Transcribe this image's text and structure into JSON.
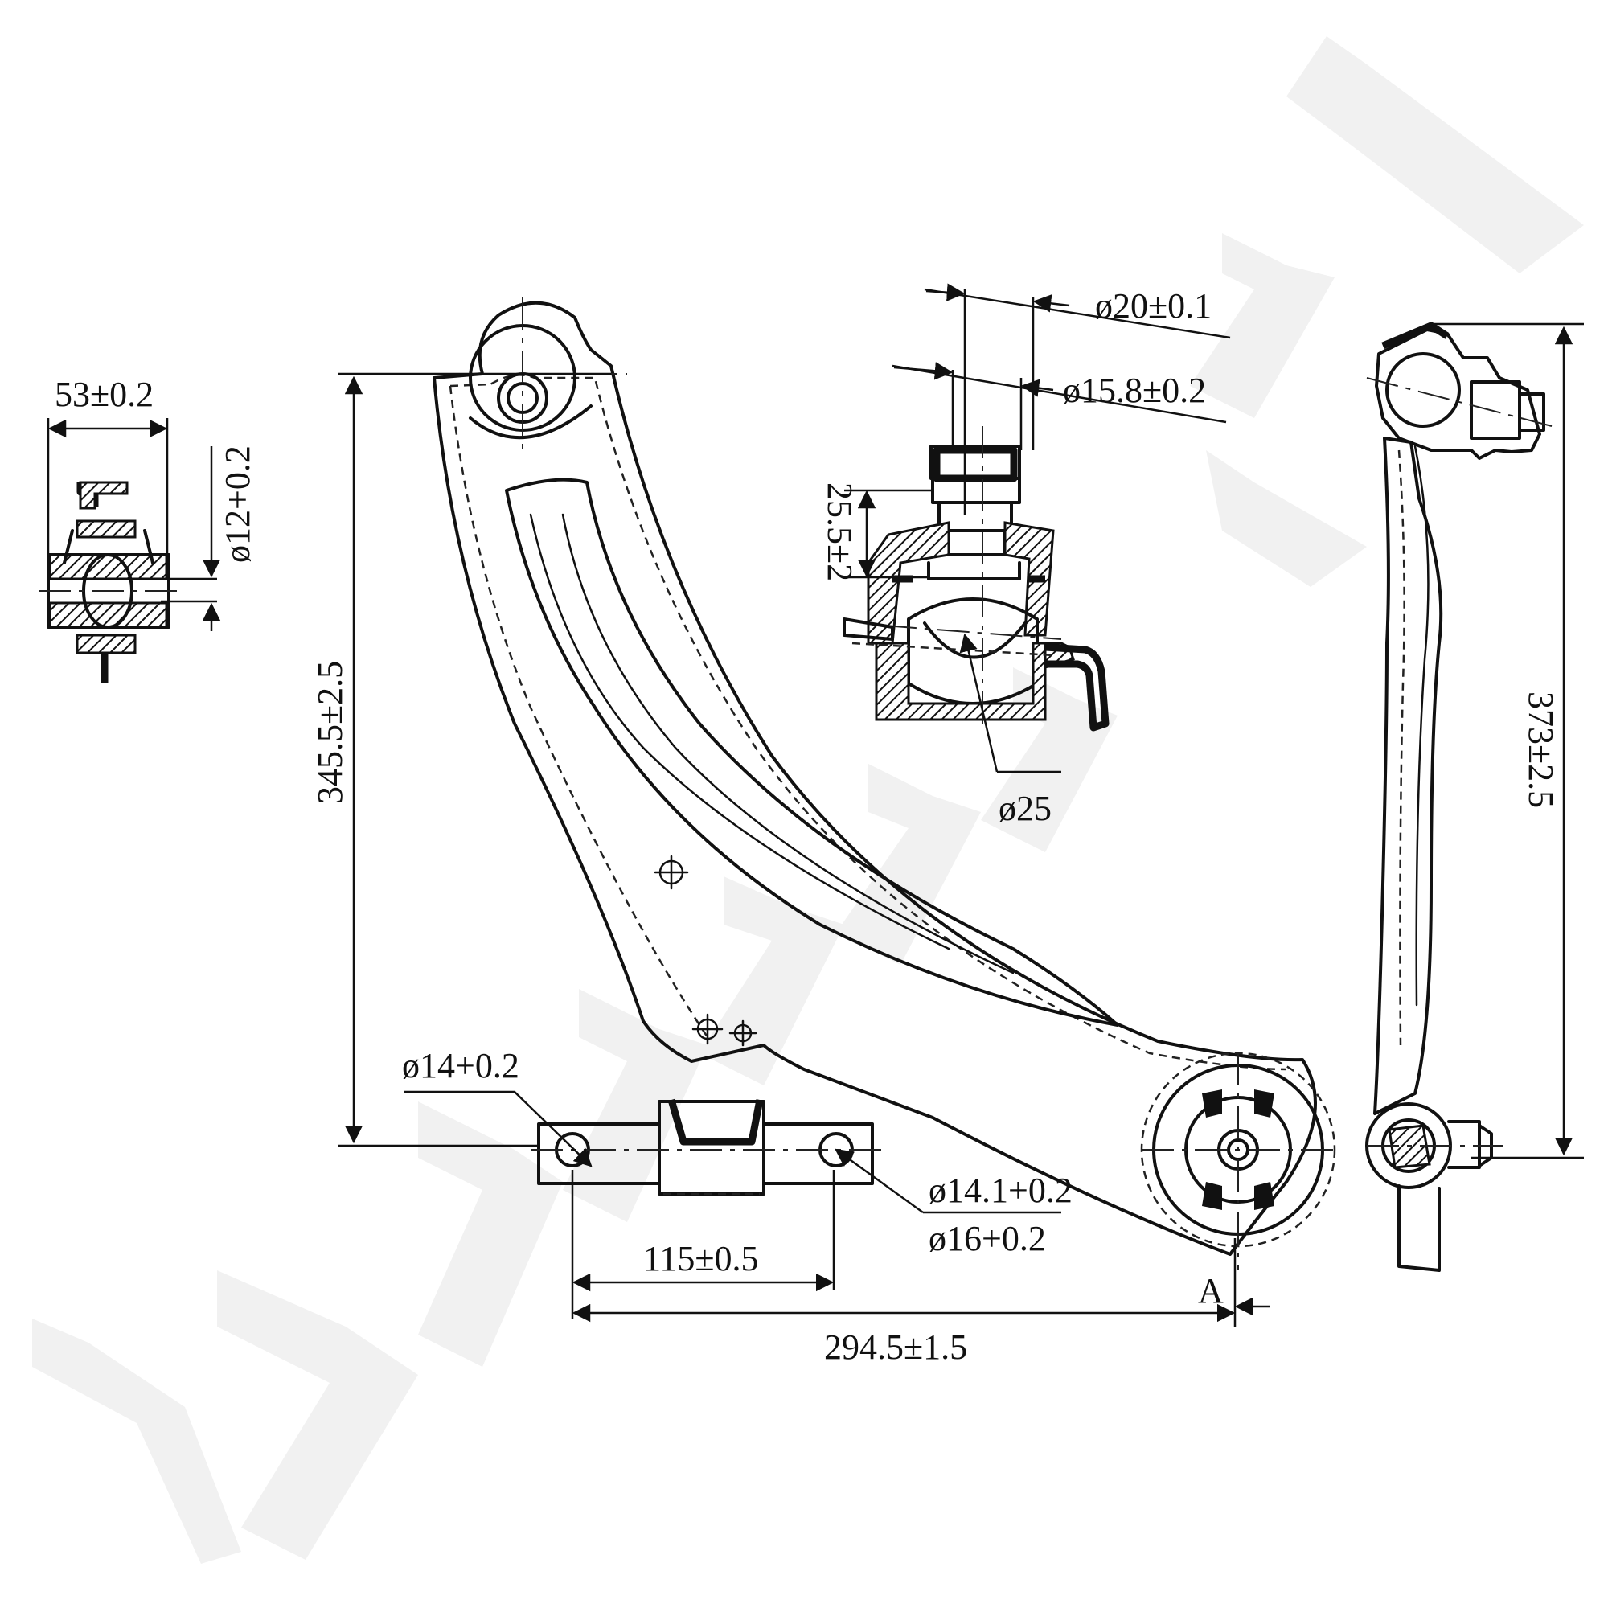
{
  "watermark": "ZENITEK",
  "dimensions": {
    "bushing_width": "53±0.2",
    "bushing_bore": "ø12+0.2",
    "arm_height": "345.5±2.5",
    "ball_joint_outer": "ø20±0.1",
    "ball_joint_inner": "ø15.8±0.2",
    "ball_joint_height": "25.5±2",
    "ball_diameter": "ø25",
    "side_height": "373±2.5",
    "left_hole": "ø14+0.2",
    "right_hole_a": "ø14.1+0.2",
    "right_hole_b": "ø16+0.2",
    "hole_spacing": "115±0.5",
    "overall_length": "294.5±1.5",
    "datum": "A"
  },
  "colors": {
    "ink": "#111111",
    "watermark": "#f1f1f1"
  }
}
